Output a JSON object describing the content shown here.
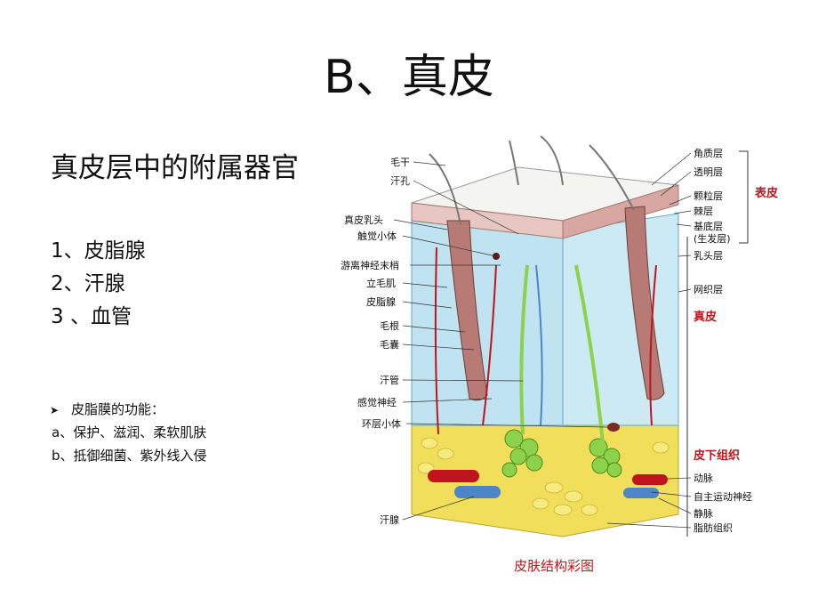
{
  "slide": {
    "title": "B、真皮",
    "subtitle": "真皮层中的附属器官",
    "items": [
      "1、皮脂腺",
      "2、汗腺",
      "3 、血管"
    ],
    "bullet": "皮脂膜的功能：",
    "subitems": [
      "a、保护、滋润、柔软肌肤",
      "b、抵御细菌、紫外线入侵"
    ]
  },
  "figure": {
    "caption": "皮肤结构彩图",
    "left_labels": [
      "毛干",
      "汗孔",
      "真皮乳头",
      "触觉小体",
      "游离神经末梢",
      "立毛肌",
      "皮脂腺",
      "毛根",
      "毛囊",
      "汗管",
      "感觉神经",
      "环层小体",
      "汗腺"
    ],
    "right_labels": [
      "角质层",
      "透明层",
      "颗粒层",
      "棘层",
      "基底层",
      "(生发层)",
      "乳头层",
      "网织层",
      "动脉",
      "自主运动神经",
      "静脉",
      "脂肪组织"
    ],
    "layer_labels": [
      "表皮",
      "真皮",
      "皮下组织"
    ],
    "colors": {
      "accent_red": "#c0141c",
      "dermis": "#bfe3f0",
      "fat": "#f1df5c",
      "gland": "#8cd24a"
    }
  }
}
